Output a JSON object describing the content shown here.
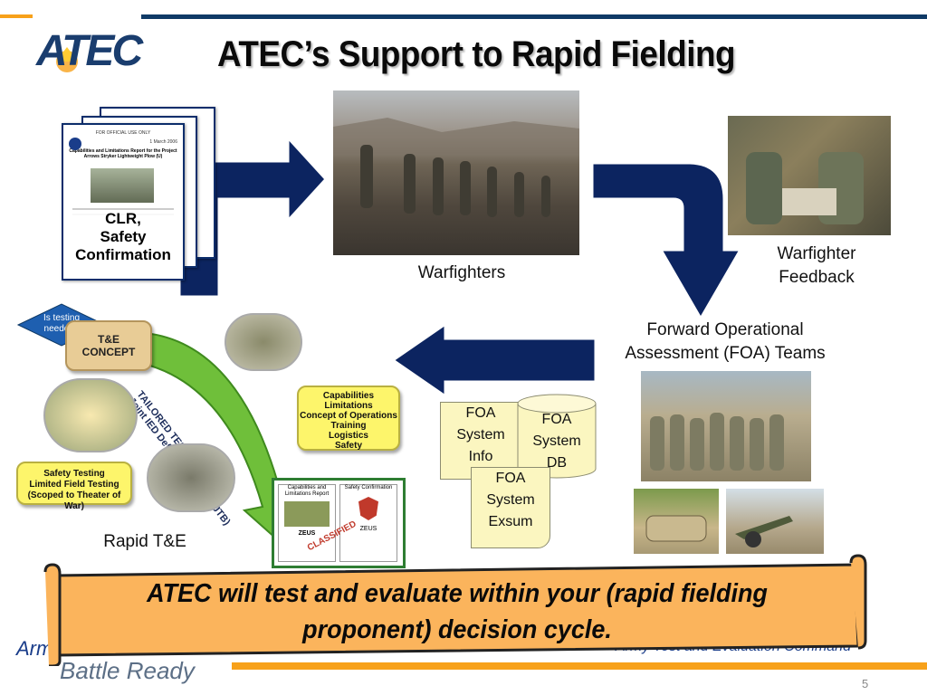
{
  "header": {
    "logo_text": "ATEC",
    "title": "ATEC’s Support to Rapid Fielding"
  },
  "left_doc": {
    "label_lines": [
      "CLR,",
      "Safety",
      "Confirmation"
    ],
    "doc_header": "FOR OFFICIAL USE ONLY",
    "doc_title": "Capabilities and Limitations Report for the Project Arrows Stryker Lightweight Plow (U)",
    "doc_date": "1 March 2006"
  },
  "captions": {
    "warfighters": "Warfighters",
    "feedback_line1": "Warfighter",
    "feedback_line2": "Feedback",
    "foa_line1": "Forward Operational",
    "foa_line2": "Assessment (FOA) Teams",
    "rapid_te": "Rapid T&E"
  },
  "foa_docs": {
    "info": [
      "FOA",
      "System",
      "Info"
    ],
    "db": [
      "FOA",
      "System",
      "DB"
    ],
    "exsum": [
      "FOA",
      "System",
      "Exsum"
    ]
  },
  "te_diagram": {
    "diamond": "Is testing needed?",
    "concept_line1": "T&E",
    "concept_line2": "CONCEPT",
    "arrow_line1": "TAILORED TEST (DT/OT)",
    "arrow_line2": "Joint IED Defeat Test Board (JTB)",
    "caps_box": [
      "Capabilities",
      "Limitations",
      "Concept of Operations",
      "Training",
      "Logistics",
      "Safety"
    ],
    "safety_box": [
      "Safety Testing",
      "Limited Field Testing",
      "(Scoped to Theater of War)"
    ],
    "report_left": "Capabilities and Limitations Report",
    "report_right": "Safety Confirmation",
    "zeus1": "ZEUS",
    "zeus2": "ZEUS",
    "stamp": "CLASSIFIED"
  },
  "banner": {
    "line1": "ATEC will test and evaluate within your (rapid fielding",
    "line2": "proponent) decision cycle."
  },
  "footer": {
    "tagline1": "Army Proven",
    "tagline2": "Battle Ready",
    "command": "Army Test and Evaluation Command",
    "page": "5"
  },
  "colors": {
    "navy_arrow": "#0c2460",
    "orange": "#f7a11a",
    "banner_fill": "#fbb45c",
    "top_blue": "#0f3a66"
  }
}
